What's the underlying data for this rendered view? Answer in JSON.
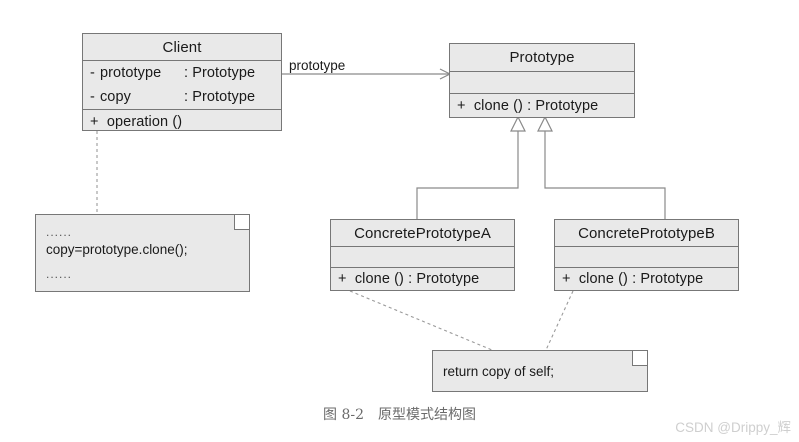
{
  "diagram": {
    "caption": "图 8-2　原型模式结构图",
    "watermark": "CSDN @Drippy_辉",
    "edge_labels": {
      "association": "prototype"
    },
    "colors": {
      "box_fill": "#e9e9e9",
      "box_border": "#777777",
      "line": "#8a8a8a",
      "page_bg": "#ffffff",
      "caption_text": "#6b6b6b",
      "watermark_text": "#cfcfcf"
    },
    "classes": {
      "client": {
        "name": "Client",
        "attributes": [
          {
            "visibility": "-",
            "name": "prototype",
            "type": ": Prototype"
          },
          {
            "visibility": "-",
            "name": "copy",
            "type": ": Prototype"
          }
        ],
        "operations": [
          {
            "text": "+  operation ()"
          }
        ]
      },
      "prototype": {
        "name": "Prototype",
        "attributes": [],
        "operations": [
          {
            "text": "+  clone () : Prototype"
          }
        ]
      },
      "concrete_a": {
        "name": "ConcretePrototypeA",
        "attributes": [],
        "operations": [
          {
            "text": "+  clone () : Prototype"
          }
        ]
      },
      "concrete_b": {
        "name": "ConcretePrototypeB",
        "attributes": [],
        "operations": [
          {
            "text": "+  clone () : Prototype"
          }
        ]
      }
    },
    "notes": {
      "client_note": {
        "line1": "......",
        "line2": "copy=prototype.clone();",
        "line3": "......"
      },
      "concrete_note": {
        "line1": "return copy of self;"
      }
    }
  }
}
